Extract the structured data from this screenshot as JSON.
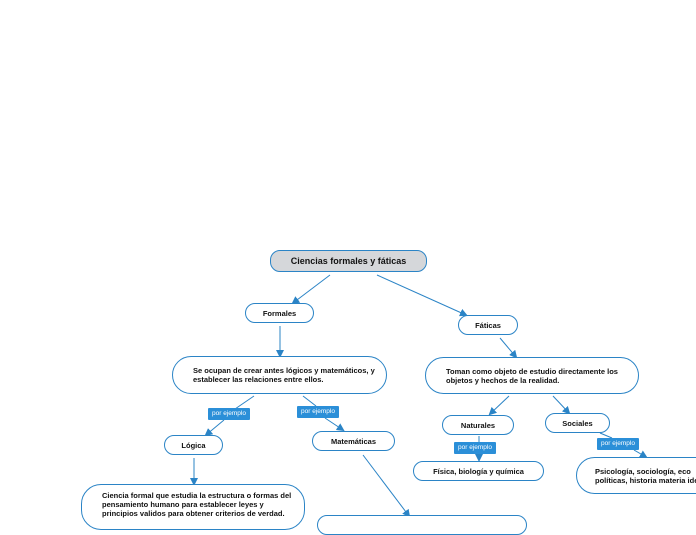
{
  "colors": {
    "accent": "#2b84c6",
    "label_bg": "#2b8fd8",
    "root_bg": "#d5d7da"
  },
  "map": {
    "root": "Ciencias formales y fáticas",
    "formales": "Formales",
    "faticas": "Fáticas",
    "formales_desc": "Se ocupan de crear antes lógicos y matemáticos, y establecer las relaciones entre ellos.",
    "faticas_desc": "Toman como objeto de estudio directamente los objetos y hechos de la realidad.",
    "logica": "Lógica",
    "matematicas": "Matemáticas",
    "logica_desc": "Ciencia formal que estudia la estructura o formas del pensamiento humano para establecer leyes y principios validos para obtener criterios de verdad.",
    "naturales": "Naturales",
    "sociales": "Sociales",
    "naturales_desc": "Física, biología y química",
    "sociales_desc": "Psicología, sociología, eco políticas, historia materia ideas.",
    "por_ejemplo_logica": "por ejemplo",
    "por_ejemplo_matematicas": "por ejemplo",
    "por_ejemplo_naturales": "por ejemplo",
    "por_ejemplo_sociales": "por ejemplo"
  }
}
